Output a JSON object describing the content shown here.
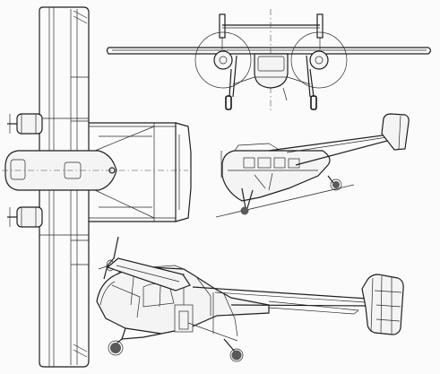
{
  "drawing": {
    "subject": "aircraft",
    "views": [
      {
        "key": "plan",
        "name": "plan-view"
      },
      {
        "key": "front",
        "name": "front-view"
      },
      {
        "key": "side",
        "name": "side-view"
      },
      {
        "key": "perspective",
        "name": "perspective-view"
      }
    ],
    "colors": {
      "ink": "#2a2a2a",
      "paper": "#fbfbfb"
    }
  }
}
